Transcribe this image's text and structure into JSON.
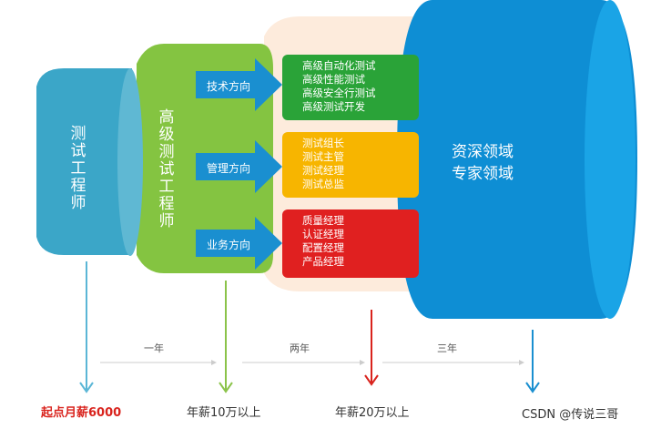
{
  "stages": {
    "tester": "测试工程师",
    "senior_tester": "高级测试工程师",
    "expert": [
      "资深领域",
      "专家领域"
    ]
  },
  "directions": [
    {
      "label": "技术方向",
      "color": "#2aa338",
      "items": [
        "高级自动化测试",
        "高级性能测试",
        "高级安全行测试",
        "高级测试开发"
      ]
    },
    {
      "label": "管理方向",
      "color": "#f7b500",
      "items": [
        "测试组长",
        "测试主管",
        "测试经理",
        "测试总监"
      ]
    },
    {
      "label": "业务方向",
      "color": "#e02020",
      "items": [
        "质量经理",
        "认证经理",
        "配置经理",
        "产品经理"
      ]
    }
  ],
  "timeline": {
    "steps": [
      "一年",
      "两年",
      "三年"
    ],
    "salaries": [
      {
        "label": "起点月薪6000",
        "color": "#d9231d"
      },
      {
        "label": "年薪10万以上",
        "color": "#333333"
      },
      {
        "label": "年薪20万以上",
        "color": "#333333"
      }
    ]
  },
  "watermark": "CSDN @传说三哥"
}
